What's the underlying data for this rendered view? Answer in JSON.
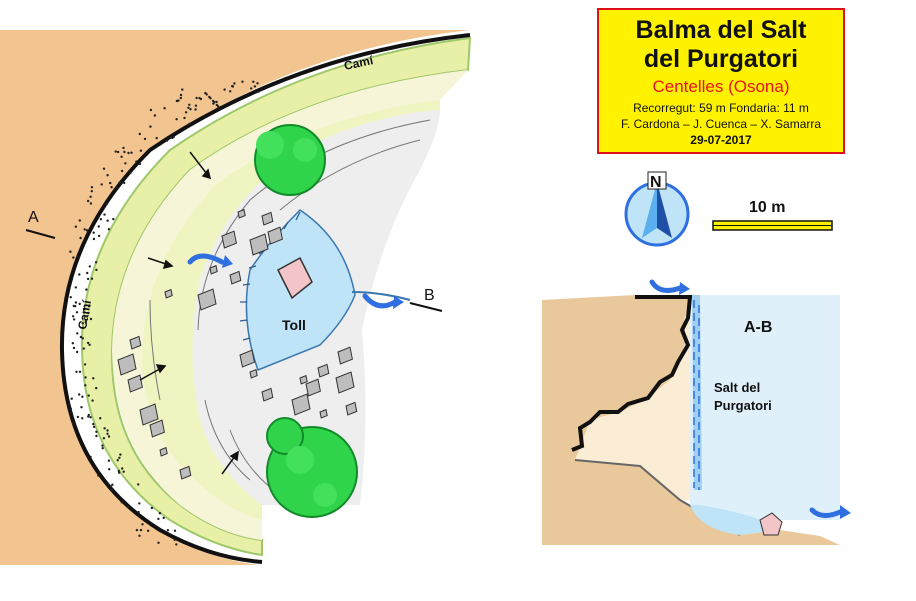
{
  "title": {
    "name_line1": "Balma del Salt",
    "name_line2": "del Purgatori",
    "location": "Centelles (Osona)",
    "stats": "Recorregut: 59 m  Fondaria: 11 m",
    "authors": "F. Cardona – J. Cuenca – X. Samarra",
    "date": "29-07-2017"
  },
  "plan": {
    "path_label_top": "Camí",
    "path_label_left": "Camí",
    "pool_label": "Toll",
    "section_start": "A",
    "section_end": "B"
  },
  "north": {
    "letter": "N"
  },
  "scale": {
    "label": "10 m"
  },
  "profile": {
    "section_label": "A-B",
    "waterfall_label_1": "Salt del",
    "waterfall_label_2": "Purgatori"
  },
  "colors": {
    "rock": "#f2c48f",
    "path": "#e8f0a8",
    "cave_floor": "#eeeeee",
    "water": "#bfe3f7",
    "tree": "#2fd44a",
    "title_bg": "#fff200",
    "title_border": "#e0101b",
    "flow_arrow": "#2f6fe0"
  }
}
